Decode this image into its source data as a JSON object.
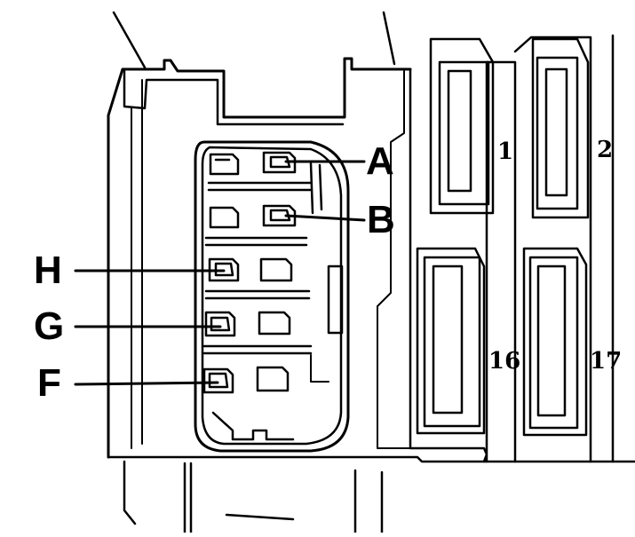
{
  "callouts": {
    "a": "A",
    "b": "B",
    "h": "H",
    "g": "G",
    "f": "F"
  },
  "fuse_numbers": {
    "n1": "1",
    "n2": "2",
    "n16": "16",
    "n17": "17"
  }
}
